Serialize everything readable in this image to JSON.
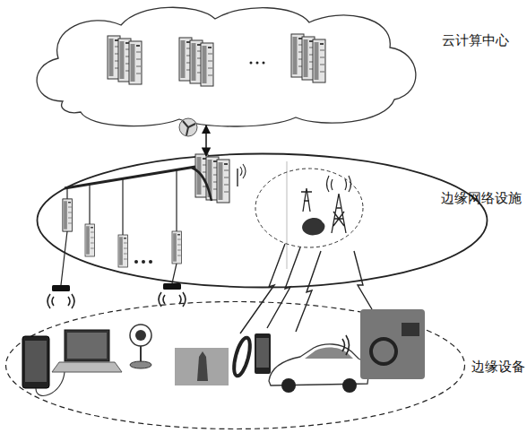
{
  "diagram": {
    "nodes": [
      {
        "text": [
          "云计算中心"
        ]
      },
      {
        "text": [
          "边缘网络设施"
        ]
      },
      {
        "text": [
          "边缘设备"
        ]
      }
    ],
    "edges": [
      {
        "from": 0,
        "to": 1,
        "arrow": "both"
      }
    ]
  }
}
